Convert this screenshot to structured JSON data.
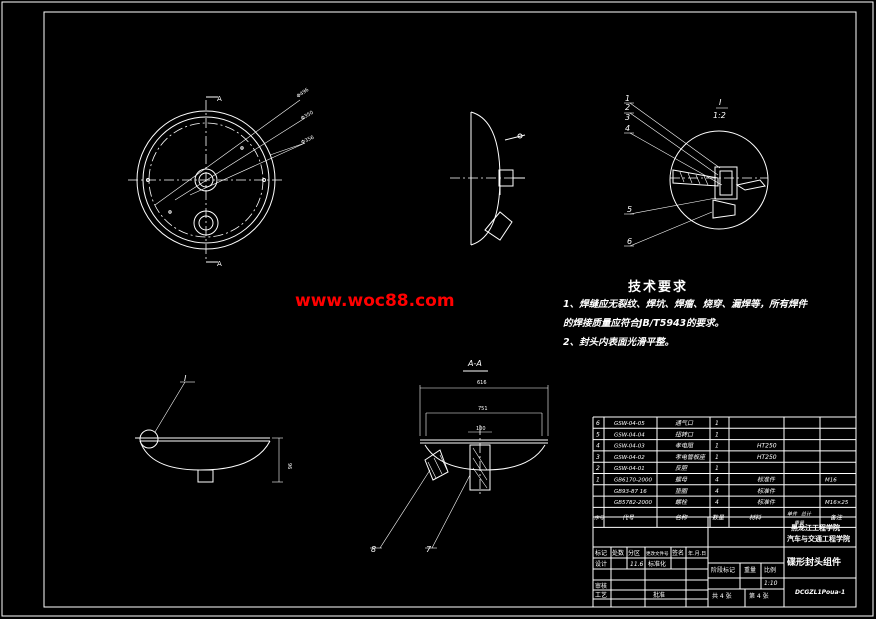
{
  "watermark": "www.woc88.com",
  "tech_requirements": {
    "heading": "技术要求",
    "line1": "1、焊缝应无裂纹、焊坑、焊瘤、烧穿、漏焊等，所有焊件",
    "line2": "的焊接质量应符合JB/T5943的要求。",
    "line3": "2、封头内表面光滑平整。"
  },
  "section_labels": {
    "section_mark_top": "A",
    "section_mark_bottom": "A",
    "section_view_title": "A-A",
    "detail_title": "I",
    "detail_scale": "1:2",
    "detail_ref": "I"
  },
  "callouts": [
    "1",
    "2",
    "3",
    "4",
    "5",
    "6",
    "7",
    "8"
  ],
  "dimensions": {
    "overall_width": "616",
    "inner_width": "751",
    "neck": "100",
    "height": "96",
    "circle_a": "Φ496",
    "circle_b": "Φ350",
    "circle_c": "Φ356"
  },
  "bom_rows": [
    {
      "no": "6",
      "code": "GSW-04-05",
      "name": "通气口",
      "qty": "1",
      "mat": "",
      "note": ""
    },
    {
      "no": "5",
      "code": "GSW-04-04",
      "name": "扭转口",
      "qty": "1",
      "mat": "",
      "note": ""
    },
    {
      "no": "4",
      "code": "GSW-04-03",
      "name": "孝电阻",
      "qty": "1",
      "mat": "HT250",
      "note": ""
    },
    {
      "no": "3",
      "code": "GSW-04-02",
      "name": "孝电管板座",
      "qty": "1",
      "mat": "HT250",
      "note": ""
    },
    {
      "no": "2",
      "code": "GSW-04-01",
      "name": "反胆",
      "qty": "1",
      "mat": "",
      "note": ""
    },
    {
      "no": "1",
      "code": "GB6170-2000",
      "name": "螺母",
      "qty": "4",
      "mat": "标准件",
      "note": "M16"
    },
    {
      "no": "",
      "code": "GB93-87 16",
      "name": "垫圈",
      "qty": "4",
      "mat": "标准件",
      "note": ""
    },
    {
      "no": "",
      "code": "GB5782-2000",
      "name": "螺栓",
      "qty": "4",
      "mat": "标准件",
      "note": "M16×25"
    }
  ],
  "bom_header": {
    "no": "序号",
    "code": "代号",
    "name": "名称",
    "qty": "数量",
    "mat": "材料",
    "note": "备注",
    "unit": "单件",
    "total": "总计",
    "weight": "重量"
  },
  "title_block": {
    "school1": "黑龙江工程学院",
    "school2": "汽车与交通工程学院",
    "part_name": "碟形封头组件",
    "drawing_no": "DCGZL1Poua-1",
    "labels": {
      "mark": "标记",
      "count": "处数",
      "zone": "分区",
      "doc": "更改文件号",
      "sign": "签名",
      "date": "年.月.日",
      "design": "设计",
      "standard": "标准化",
      "review": "审核",
      "process": "工艺",
      "approve": "批准",
      "stage": "阶段标记",
      "weight": "重量",
      "scale": "比例",
      "sheets": "共 4 张",
      "sheet": "第 4 张"
    },
    "design_date": "11.6",
    "scale_value": "1:10"
  }
}
